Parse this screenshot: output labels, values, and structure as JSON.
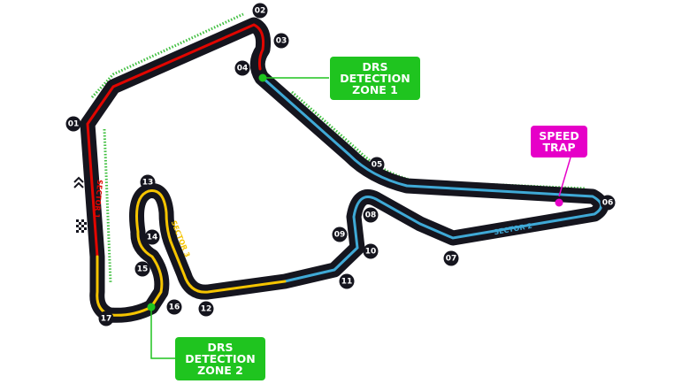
{
  "sectors": [
    {
      "label": "SECTOR 1",
      "color": "#e10600"
    },
    {
      "label": "SECTOR 2",
      "color": "#3fa9d6"
    },
    {
      "label": "SECTOR 3",
      "color": "#f5c400"
    }
  ],
  "turns": [
    "01",
    "02",
    "03",
    "04",
    "05",
    "06",
    "07",
    "08",
    "09",
    "10",
    "11",
    "12",
    "13",
    "14",
    "15",
    "16",
    "17"
  ],
  "drs_zone_1": {
    "line1": "DRS",
    "line2": "DETECTION",
    "line3": "ZONE 1",
    "color": "#1fc41f"
  },
  "drs_zone_2": {
    "line1": "DRS",
    "line2": "DETECTION",
    "line3": "ZONE 2",
    "color": "#1fc41f"
  },
  "speed_trap": {
    "line1": "SPEED",
    "line2": "TRAP",
    "color": "#e600c8"
  },
  "icons": [
    "direction-chevrons-icon",
    "start-finish-flag-icon"
  ],
  "colors": {
    "track": "#15151e",
    "drs_dotted": "#3fbf3f"
  }
}
